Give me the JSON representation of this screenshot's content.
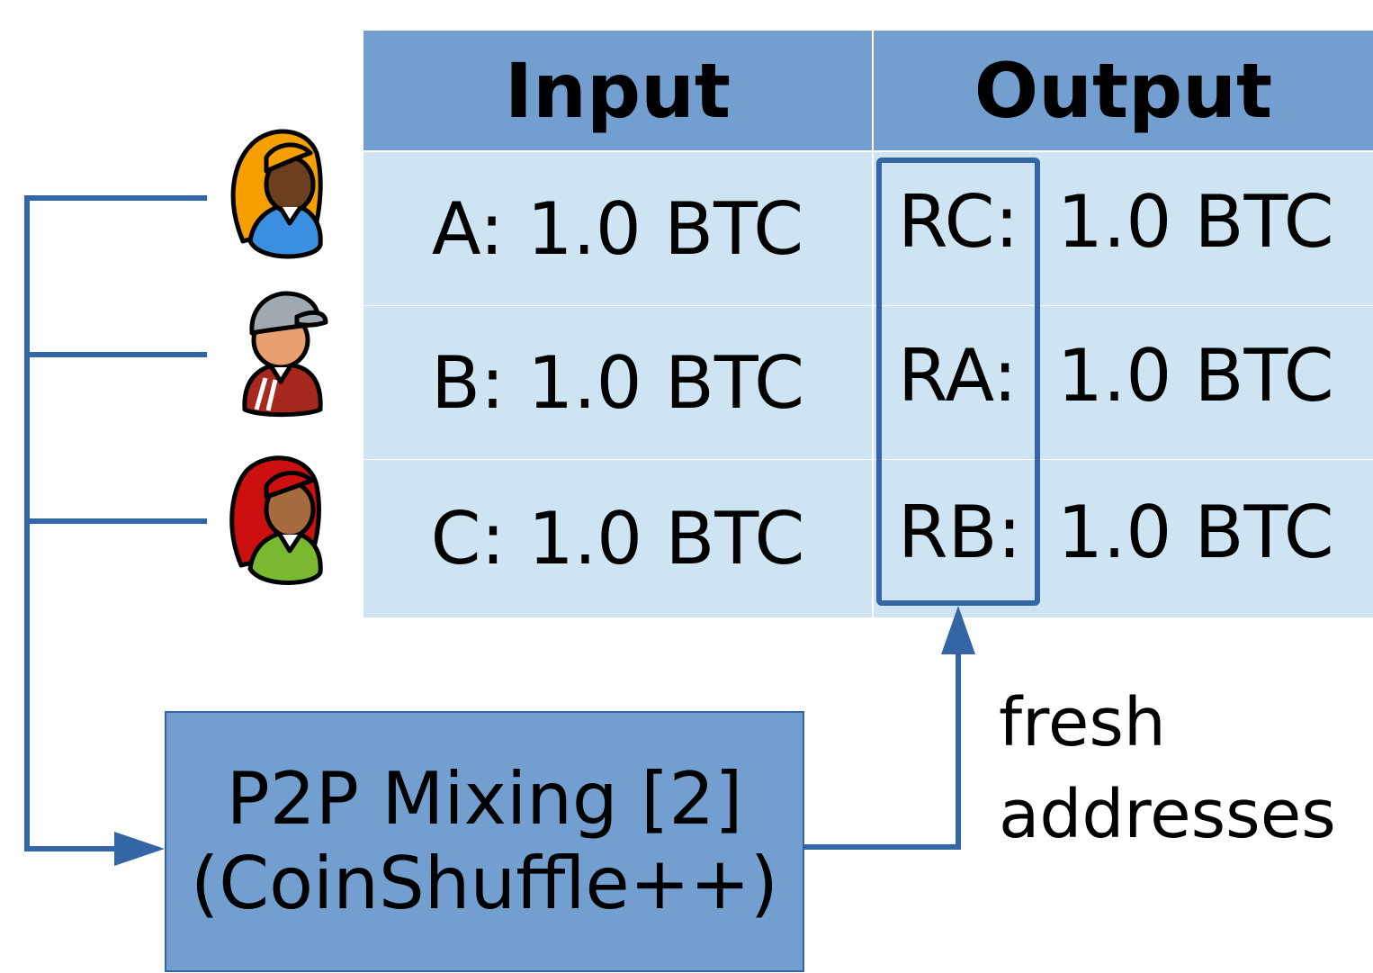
{
  "table": {
    "headers": {
      "input": "Input",
      "output": "Output"
    },
    "rows": [
      {
        "input": "A: 1.0 BTC",
        "output_addr": "RC:",
        "output_amount": "1.0 BTC"
      },
      {
        "input": "B: 1.0 BTC",
        "output_addr": "RA:",
        "output_amount": "1.0 BTC"
      },
      {
        "input": "C: 1.0 BTC",
        "output_addr": "RB:",
        "output_amount": "1.0 BTC"
      }
    ]
  },
  "mixing": {
    "line1": "P2P Mixing [2]",
    "line2": "(CoinShuffle++)"
  },
  "arrow_label": {
    "line1": "fresh",
    "line2": "addresses"
  },
  "users": [
    {
      "icon": "user-woman-orange-hair-icon"
    },
    {
      "icon": "user-man-gray-cap-icon"
    },
    {
      "icon": "user-woman-red-hair-icon"
    }
  ],
  "colors": {
    "header": "#729fcf",
    "row": "#cfe4f3",
    "line": "#3465a4",
    "box": "#729fcf"
  }
}
